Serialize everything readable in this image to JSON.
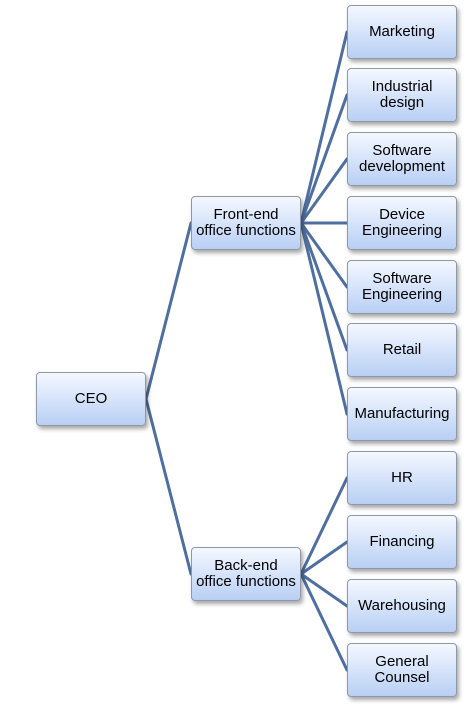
{
  "root": {
    "label": "CEO"
  },
  "groups": [
    {
      "label": "Front-end\noffice functions",
      "children": [
        "Marketing",
        "Industrial\ndesign",
        "Software\ndevelopment",
        "Device\nEngineering",
        "Software\nEngineering",
        "Retail",
        "Manufacturing"
      ]
    },
    {
      "label": "Back-end\noffice functions",
      "children": [
        "HR",
        "Financing",
        "Warehousing",
        "General\nCounsel"
      ]
    }
  ],
  "colors": {
    "connector": "#4f6f9f",
    "node_top": "#f4f8ff",
    "node_bottom": "#b9cff4",
    "node_border": "#8e98a6"
  }
}
